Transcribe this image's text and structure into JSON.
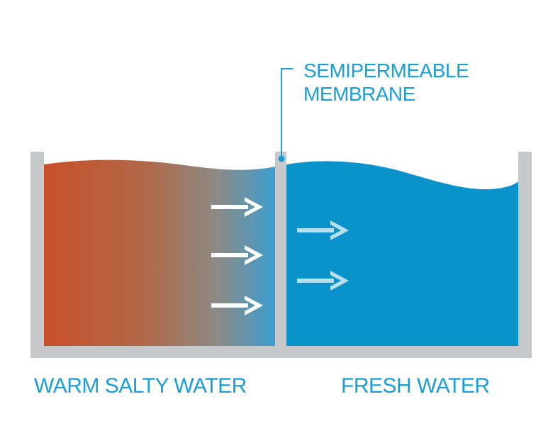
{
  "labels": {
    "membrane_line1": "SEMIPERMEABLE",
    "membrane_line2": "MEMBRANE",
    "left_side": "WARM SALTY WATER",
    "right_side": "FRESH WATER"
  },
  "colors": {
    "container_gray": "#c7c8ca",
    "salty_warm": "#c9502a",
    "salty_mid": "#a0765f",
    "salty_cool": "#3c9ed0",
    "fresh_water": "#0a93cb",
    "label_blue": "#1a9ed8",
    "arrow_solid": "#ffffff",
    "arrow_faded": "#b8dff0"
  },
  "icons": {
    "flow_arrow_left": "right-arrow-icon",
    "flow_arrow_right": "right-arrow-icon"
  }
}
